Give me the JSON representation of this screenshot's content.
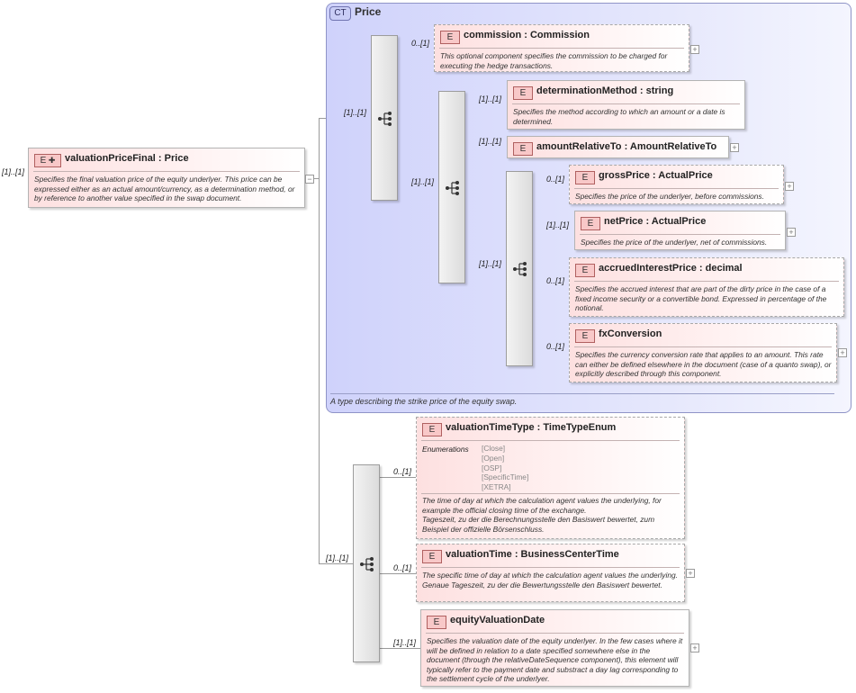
{
  "root": {
    "cardinality": "[1]..[1]",
    "name": "valuationPriceFinal",
    "type": "Price",
    "badge": "E",
    "description": "Specifies the final valuation price of the equity underlyer. This price can be expressed either as an actual amount/currency, as a determination method, or by reference to another value specified in the swap document."
  },
  "complex_type": {
    "badge": "CT",
    "name": "Price",
    "description": "A type describing the strike price of the equity swap."
  },
  "sequences": {
    "outer_cardinality": "[1]..[1]",
    "mid_cardinality": "[1]..[1]",
    "inner_cardinality": "[1]..[1]",
    "lower_cardinality": "[1]..[1]"
  },
  "elements": {
    "commission": {
      "cardinality": "0..[1]",
      "badge": "E",
      "name": "commission",
      "type": "Commission",
      "description": "This optional component specifies the commission to be charged for executing the hedge transactions."
    },
    "determinationMethod": {
      "cardinality": "[1]..[1]",
      "badge": "E",
      "name": "determinationMethod",
      "type": "string",
      "description": "Specifies the method according to which an amount or a date is determined."
    },
    "amountRelativeTo": {
      "cardinality": "[1]..[1]",
      "badge": "E",
      "name": "amountRelativeTo",
      "type": "AmountRelativeTo"
    },
    "grossPrice": {
      "cardinality": "0..[1]",
      "badge": "E",
      "name": "grossPrice",
      "type": "ActualPrice",
      "description": "Specifies the price of the underlyer, before commissions."
    },
    "netPrice": {
      "cardinality": "[1]..[1]",
      "badge": "E",
      "name": "netPrice",
      "type": "ActualPrice",
      "description": "Specifies the price of the underlyer, net of commissions."
    },
    "accruedInterestPrice": {
      "cardinality": "0..[1]",
      "badge": "E",
      "name": "accruedInterestPrice",
      "type": "decimal",
      "description": "Specifies the accrued interest that are part of the dirty price in the case of a fixed income security or a convertible bond. Expressed in percentage of the notional."
    },
    "fxConversion": {
      "cardinality": "0..[1]",
      "badge": "E",
      "name": "fxConversion",
      "description": "Specifies the currency conversion rate that applies to an amount. This rate can either be defined elsewhere in the document (case of a quanto swap), or explicitly described through this component."
    },
    "valuationTimeType": {
      "cardinality": "0..[1]",
      "badge": "E",
      "name": "valuationTimeType",
      "type": "TimeTypeEnum",
      "enumerations_label": "Enumerations",
      "enumerations": [
        "[Close]",
        "[Open]",
        "[OSP]",
        "[SpecificTime]",
        "[XETRA]"
      ],
      "description": "The time of day at which the calculation agent values the underlying, for example the official closing time of the exchange.",
      "description_de": "Tageszeit, zu der die Berechnungsstelle den Basiswert bewertet, zum Beispiel der offizielle Börsenschluss."
    },
    "valuationTime": {
      "cardinality": "0..[1]",
      "badge": "E",
      "name": "valuationTime",
      "type": "BusinessCenterTime",
      "description": "The specific time of day at which the calculation agent values the underlying.",
      "description_de": "Genaue Tageszeit, zu der die Bewertungsstelle den Basiswert bewertet."
    },
    "equityValuationDate": {
      "cardinality": "[1]..[1]",
      "badge": "E",
      "name": "equityValuationDate",
      "description": "Specifies the valuation date of the equity underlyer. In the few cases where it will be defined in relation to a date specified somewhere else in the document (through the relativeDateSequence component), this element will typically refer to the payment date and substract a day lag corresponding to the settlement cycle of the underlyer."
    }
  },
  "icons": {
    "sequence": "sequence-icon",
    "expand": "plus-icon",
    "element": "element-icon",
    "complex_type": "complex-type-icon"
  },
  "colors": {
    "element_fill": "#fde0e0",
    "complex_type_fill": "#cfd2fb",
    "sequence_fill": "#dcdcdc",
    "connector": "#9a9a9a"
  }
}
